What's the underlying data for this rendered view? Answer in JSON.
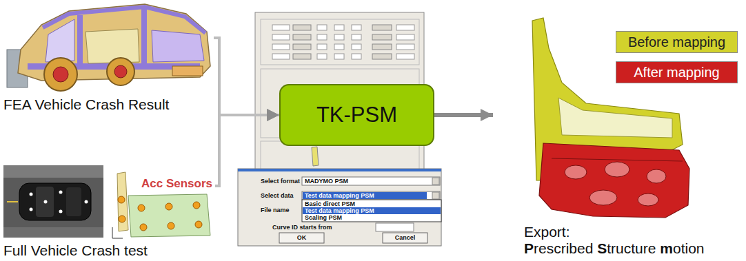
{
  "diagram": {
    "nodes": [
      {
        "text": [
          "FEA Vehicle Crash Result"
        ]
      },
      {
        "text": [
          "Full Vehicle Crash test"
        ]
      },
      {
        "text": [
          "TK-PSM"
        ]
      },
      {
        "text": [
          "Export:",
          "Prescribed Structure motion"
        ]
      }
    ],
    "edges": [
      {
        "from": 0,
        "to": 2,
        "arrow": "to"
      },
      {
        "from": 1,
        "to": 2,
        "arrow": "to"
      },
      {
        "from": 2,
        "to": 3,
        "arrow": "to"
      }
    ],
    "labels": [
      "Acc Sensors",
      "Select format",
      "MADYMO PSM",
      "Select data",
      "Test data mapping PSM",
      "Basic direct PSM",
      "Test data mapping PSM",
      "Scaling PSM",
      "File name",
      "Curve ID starts from",
      "OK",
      "Cancel"
    ],
    "legend": [
      {
        "text": "Before mapping",
        "color": "#d2d22c"
      },
      {
        "text": "After mapping",
        "color": "#cc1f1f"
      }
    ]
  }
}
